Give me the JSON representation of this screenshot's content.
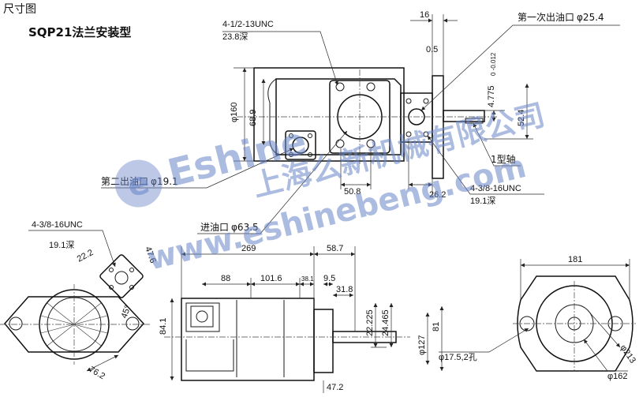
{
  "header": {
    "title": "尺寸图",
    "model": "SQP21法兰安装型"
  },
  "watermark": {
    "brand": "Eshine",
    "company": "上海么新机械有限公司",
    "url": "www.eshinebeng.com",
    "color": "#6a86c8"
  },
  "labels": {
    "thread_top": "4-1/2-13UNC",
    "thread_top_depth": "23.8深",
    "outlet1": "第一次出油口",
    "outlet1_dia": "φ25.4",
    "outlet2": "第二出油口",
    "outlet2_dia": "φ19.1",
    "inlet": "进油口",
    "inlet_dia": "φ63.5",
    "shaft_type": "1型轴",
    "thread_right": "4-3/8-16UNC",
    "thread_right_depth": "19.1深",
    "thread_left": "4-3/8-16UNC",
    "thread_left_depth": "19.1深",
    "holes": "φ17.5,2孔"
  },
  "dims": {
    "d16": "16",
    "d05": "0.5",
    "d4775": "4.775",
    "d4775_tol": "0\n-0.012",
    "d524": "52.4",
    "d160": "φ160",
    "d689": "68.9",
    "d508": "50.8",
    "d262": "26.2",
    "d222": "22.2",
    "d476": "47.6",
    "d45": "45°",
    "d762": "76.2",
    "d269": "269",
    "d587": "58.7",
    "d88": "88",
    "d1016": "101.6",
    "d381": "38.1",
    "d95": "9.5",
    "d318": "31.8",
    "d22225": "22.225",
    "d24465": "24.465",
    "d841": "84.1",
    "d127": "φ127",
    "d81": "81",
    "d472": "47.2",
    "d181": "181",
    "d213": "φ213",
    "d162": "φ162"
  }
}
